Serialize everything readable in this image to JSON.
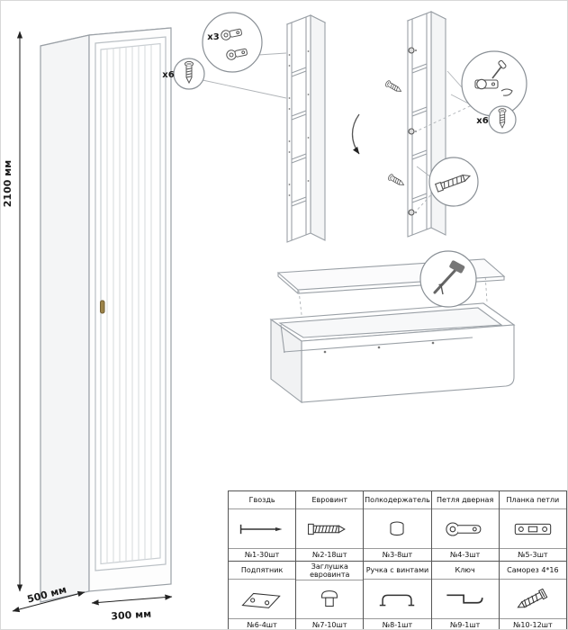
{
  "page": {
    "line_color": "#9aa0a6",
    "dim_color": "#1a1a1a"
  },
  "dimensions": {
    "height": "2100 мм",
    "depth": "500 мм",
    "width": "300 мм"
  },
  "callouts": {
    "hinge_count": "x3",
    "screw_count_left": "x6",
    "screw_count_right": "x6"
  },
  "parts_table": {
    "rows": [
      [
        {
          "name": "Гвоздь",
          "qty": "№1-30шт",
          "icon": "nail-icon"
        },
        {
          "name": "Евровинт",
          "qty": "№2-18шт",
          "icon": "confirmat-screw-icon"
        },
        {
          "name": "Полкодержатель",
          "qty": "№3-8шт",
          "icon": "shelf-support-icon"
        },
        {
          "name": "Петля дверная",
          "qty": "№4-3шт",
          "icon": "door-hinge-icon"
        },
        {
          "name": "Планка петли",
          "qty": "№5-3шт",
          "icon": "hinge-plate-icon"
        }
      ],
      [
        {
          "name": "Подпятник",
          "qty": "№6-4шт",
          "icon": "furniture-foot-icon"
        },
        {
          "name": "Заглушка евровинта",
          "qty": "№7-10шт",
          "icon": "screw-cap-icon"
        },
        {
          "name": "Ручка с винтами",
          "qty": "№8-1шт",
          "icon": "handle-icon"
        },
        {
          "name": "Ключ",
          "qty": "№9-1шт",
          "icon": "key-icon"
        },
        {
          "name": "Саморез 4*16",
          "qty": "№10-12шт",
          "icon": "self-tapping-screw-icon"
        }
      ]
    ]
  }
}
